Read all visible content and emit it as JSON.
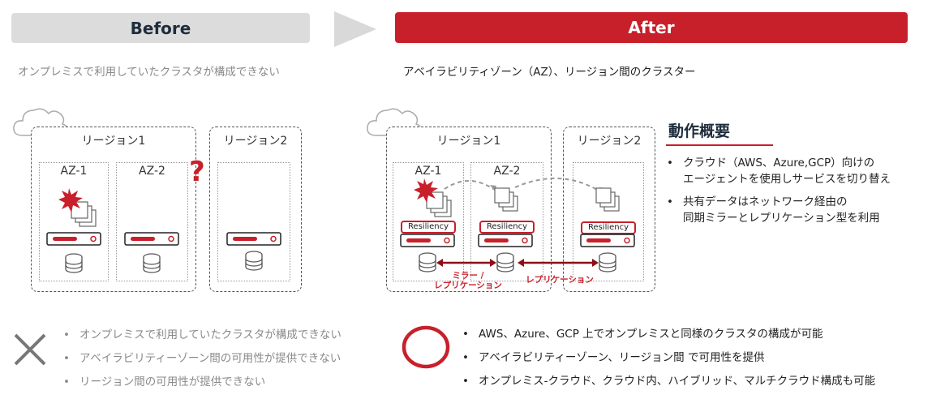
{
  "before": {
    "title": "Before",
    "subtitle": "オンプレミスで利用していたクラスタが構成できない",
    "region1_label": "リージョン1",
    "region2_label": "リージョン2",
    "az1_label": "AZ-1",
    "az2_label": "AZ-2",
    "question_mark": "?",
    "bullets": [
      "オンプレミスで利用していたクラスタが構成できない",
      "アベイラビリティーゾーン間の可用性が提供できない",
      "リージョン間の可用性が提供できない"
    ]
  },
  "after": {
    "title": "After",
    "subtitle": "アベイラビリティゾーン（AZ）、リージョン間のクラスター",
    "region1_label": "リージョン1",
    "region2_label": "リージョン2",
    "az1_label": "AZ-1",
    "az2_label": "AZ-2",
    "resiliency_label": "Resiliency",
    "mirror_label_line1": "ミラー /",
    "mirror_label_line2": "レプリケーション",
    "replication_label": "レプリケーション",
    "bullets": [
      "AWS、Azure、GCP 上でオンプレミスと同様のクラスタの構成が可能",
      "アベイラビリティーゾーン、リージョン間 で可用性を提供",
      "オンプレミス-クラウド、クラウド内、ハイブリッド、マルチクラウド構成も可能"
    ]
  },
  "overview": {
    "heading": "動作概要",
    "bullets": [
      {
        "line1": "クラウド（AWS、Azure,GCP）向けの",
        "line2": "エージェントを使用しサービスを切り替え"
      },
      {
        "line1": "共有データはネットワーク経由の",
        "line2": "同期ミラーとレプリケーション型を利用"
      }
    ]
  },
  "colors": {
    "accent": "#c8202b",
    "navy": "#1e2d3d",
    "grey_banner": "#dcdcdc",
    "muted_text": "#8a8a8a"
  },
  "icons": {
    "cloud": "cloud-icon",
    "server": "server-icon",
    "database": "database-icon",
    "explosion": "explosion-icon",
    "cross": "cross-icon",
    "circle": "circle-icon",
    "arrow": "arrow-right-icon"
  }
}
